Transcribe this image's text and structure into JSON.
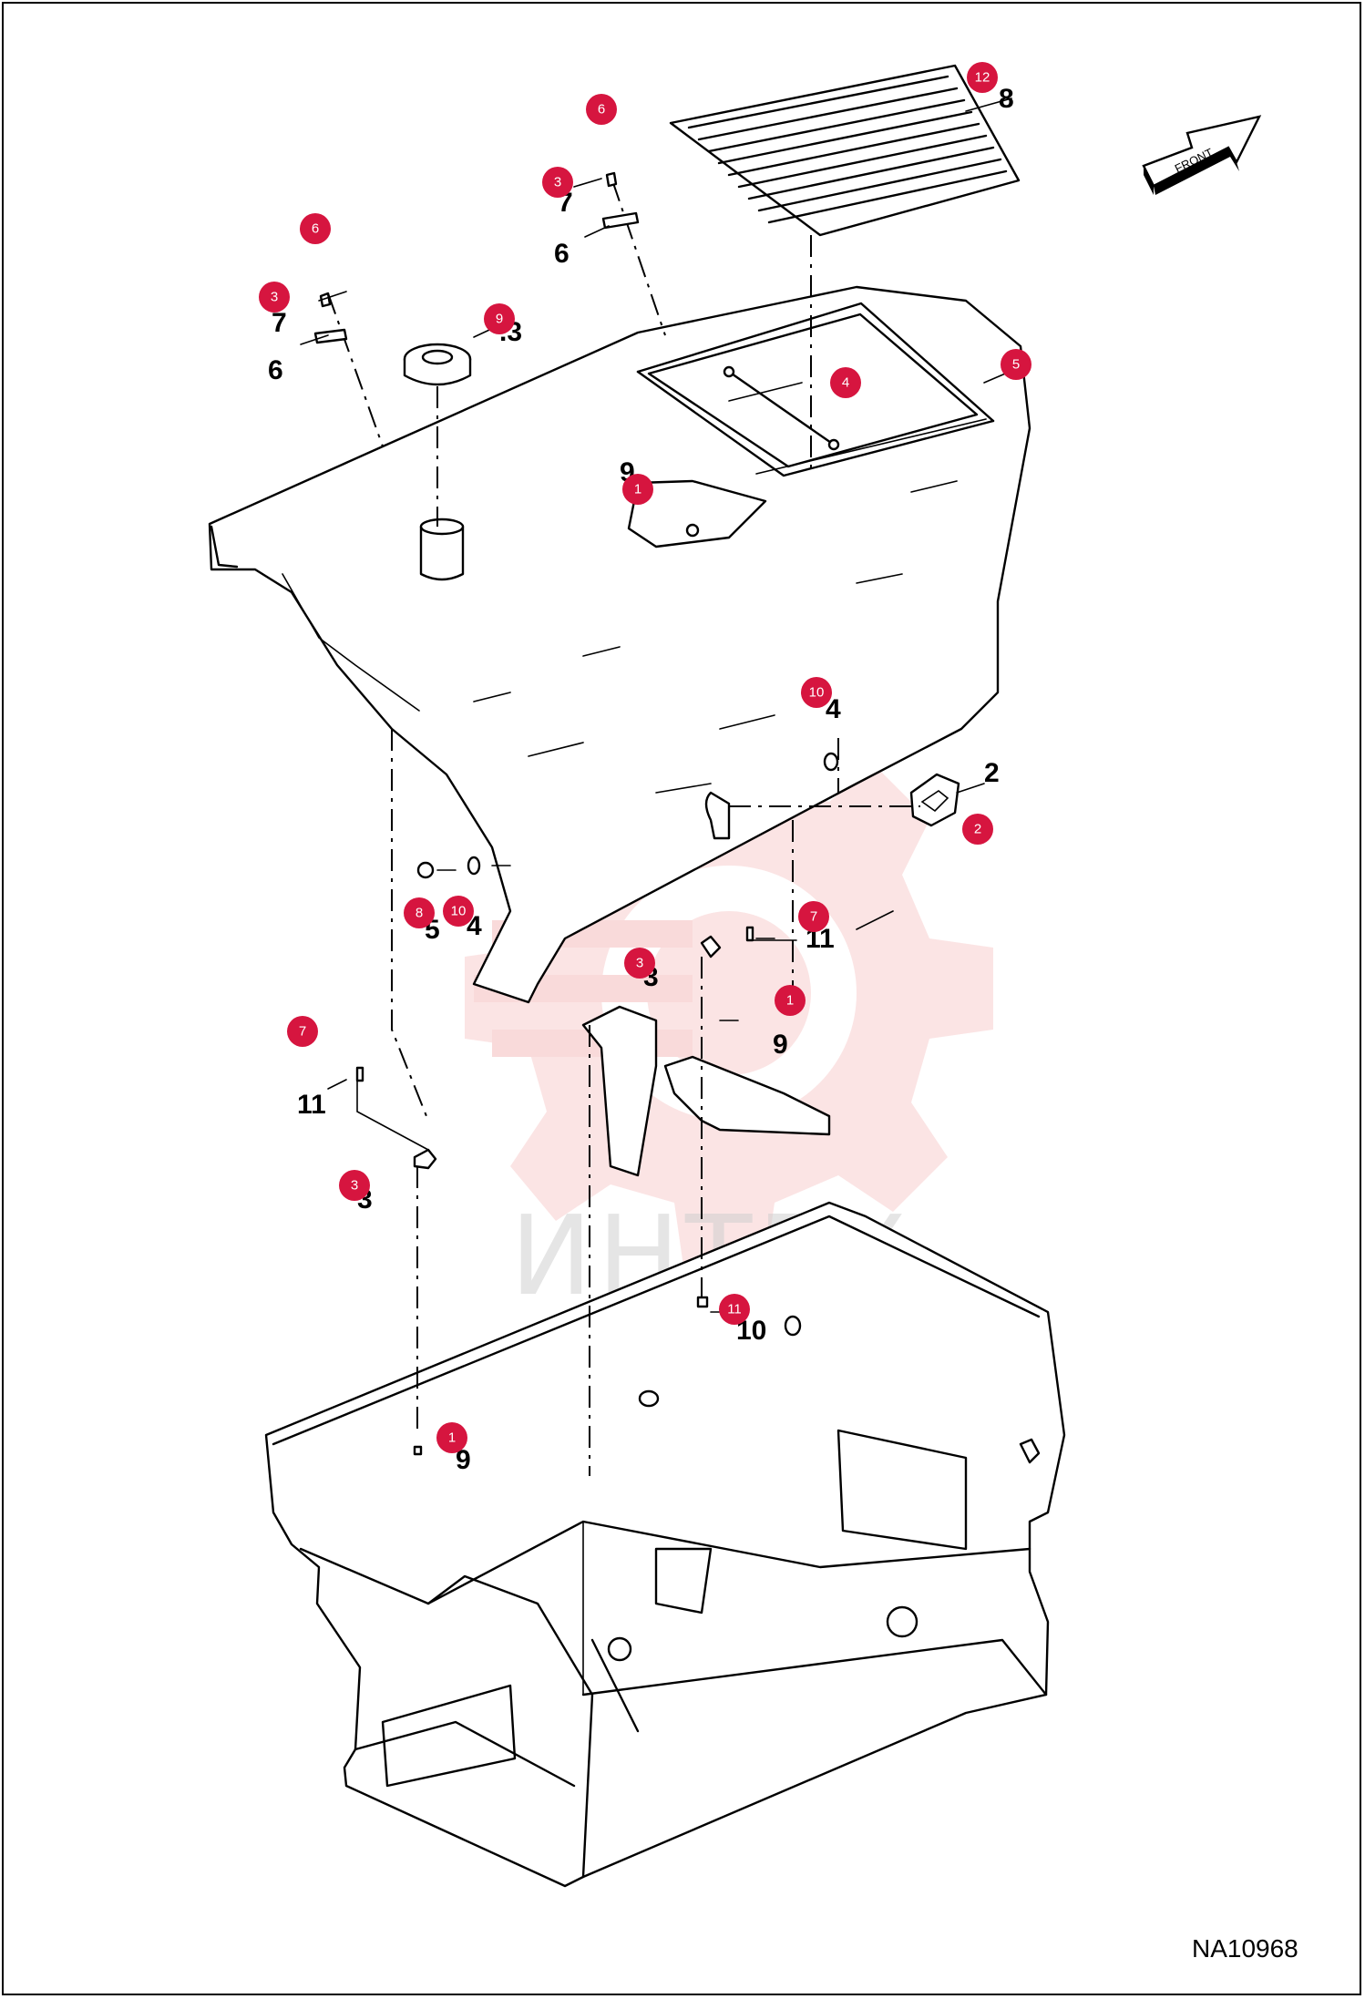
{
  "diagram_code": "NA10968",
  "front_label": "FRONT",
  "watermark": "ИНТЕХ",
  "colors": {
    "badge": "#d6153f",
    "line": "#000000",
    "watermark_gear": "#f7c4c4"
  },
  "callouts": [
    "8",
    "7",
    "6",
    "7",
    "6",
    ".3",
    "9",
    "4",
    "2",
    "5",
    "4",
    "3",
    "11",
    "9",
    "11",
    "3",
    "10",
    "9"
  ],
  "badges": [
    "12",
    "6",
    "3",
    "6",
    "3",
    "9",
    "4",
    "5",
    "1",
    "10",
    "2",
    "8",
    "10",
    "7",
    "3",
    "1",
    "7",
    "3",
    "11",
    "1"
  ]
}
